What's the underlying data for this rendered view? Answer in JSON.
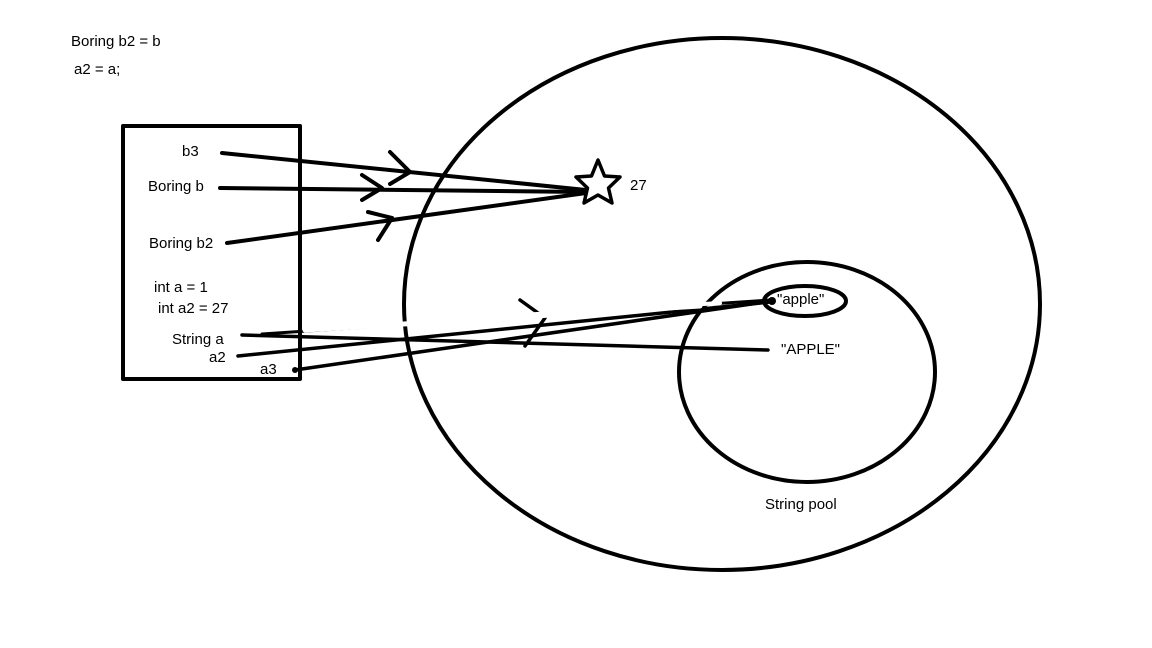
{
  "code_notes": {
    "line1": "Boring b2 = b",
    "line2": "a2 = a;"
  },
  "stack_frame": {
    "b3": "b3",
    "boring_b": "Boring b",
    "boring_b2": "Boring b2",
    "int_a": "int a = 1",
    "int_a2": "int a2 = 27",
    "string_a": "String a",
    "a2": "a2",
    "a3": "a3"
  },
  "heap": {
    "object_value": "27",
    "string_pool": {
      "label": "String pool",
      "apple": "\"apple\""
    },
    "upper_apple": "\"APPLE\""
  },
  "colors": {
    "ink": "#000000",
    "background": "#ffffff"
  }
}
